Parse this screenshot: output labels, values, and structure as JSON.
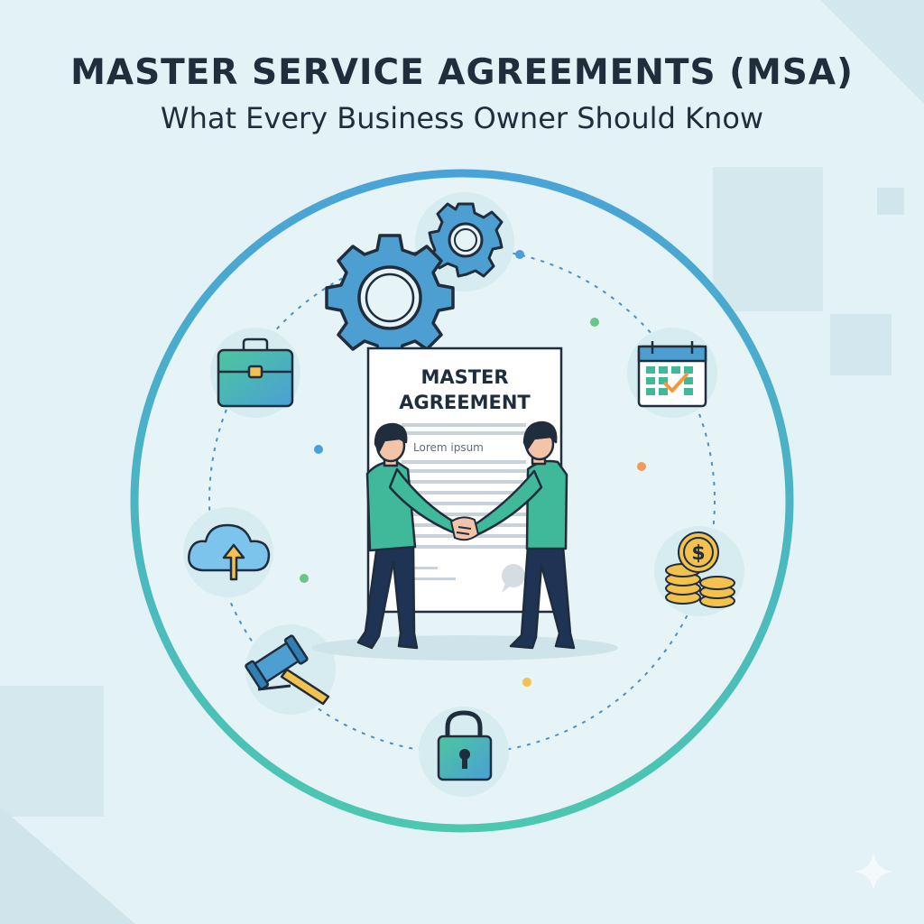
{
  "header": {
    "title": "MASTER SERVICE AGREEMENTS (MSA)",
    "subtitle": "What Every Business Owner Should Know"
  },
  "document": {
    "heading_line1": "MASTER",
    "heading_line2": "AGREEMENT",
    "placeholder_text": "Lorem ipsum"
  },
  "icons": [
    "gears-icon",
    "briefcase-icon",
    "calendar-check-icon",
    "cloud-upload-icon",
    "dollar-coins-icon",
    "gavel-icon",
    "padlock-icon",
    "sparkle-icon"
  ],
  "colors": {
    "background": "#e3f2f6",
    "ring_start": "#4aa3d6",
    "ring_end": "#4cc7b0",
    "gear_blue": "#4e9fd1",
    "shirt_green": "#3fb99a",
    "text_dark": "#1f2d3d",
    "coin_gold": "#f2c14e"
  }
}
